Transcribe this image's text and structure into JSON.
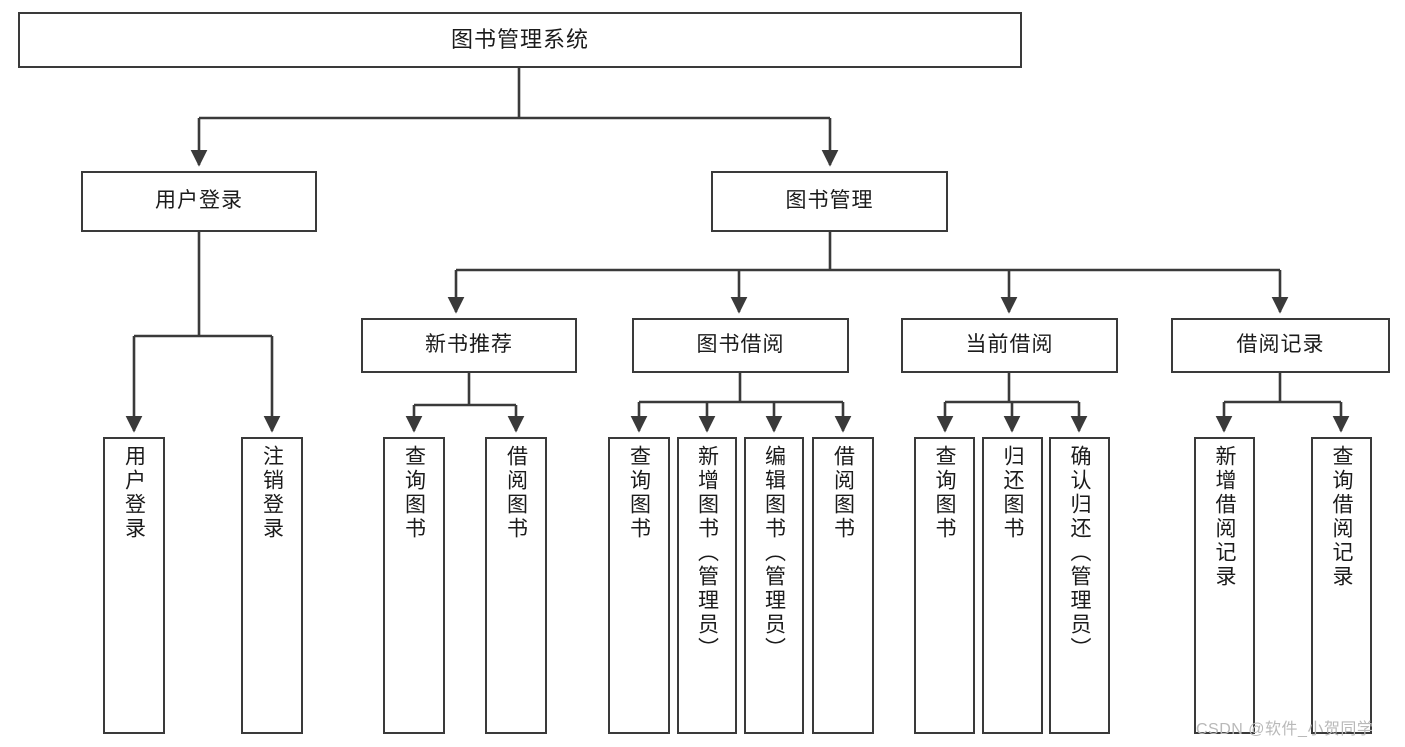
{
  "diagram": {
    "title": "图书管理系统",
    "type": "tree-structure-chart",
    "stroke_color": "#3a3a3a",
    "background_color": "#ffffff",
    "text_color": "#1b1b1b"
  },
  "nodes": {
    "root": {
      "label": "图书管理系统"
    },
    "level2": [
      {
        "label": "用户登录"
      },
      {
        "label": "图书管理"
      }
    ],
    "level3": [
      {
        "label": "新书推荐"
      },
      {
        "label": "图书借阅"
      },
      {
        "label": "当前借阅"
      },
      {
        "label": "借阅记录"
      }
    ],
    "leaves": {
      "user_login": [
        {
          "label": "用户登录"
        },
        {
          "label": "注销登录"
        }
      ],
      "new_book": [
        {
          "label": "查询图书"
        },
        {
          "label": "借阅图书"
        }
      ],
      "book_borrow": [
        {
          "label": "查询图书"
        },
        {
          "label": "新增图书（管理员）"
        },
        {
          "label": "编辑图书（管理员）"
        },
        {
          "label": "借阅图书"
        }
      ],
      "current_borrow": [
        {
          "label": "查询图书"
        },
        {
          "label": "归还图书"
        },
        {
          "label": "确认归还（管理员）"
        }
      ],
      "borrow_record": [
        {
          "label": "新增借阅记录"
        },
        {
          "label": "查询借阅记录"
        }
      ]
    }
  },
  "watermark": {
    "text": "CSDN @软件_小贺同学"
  }
}
